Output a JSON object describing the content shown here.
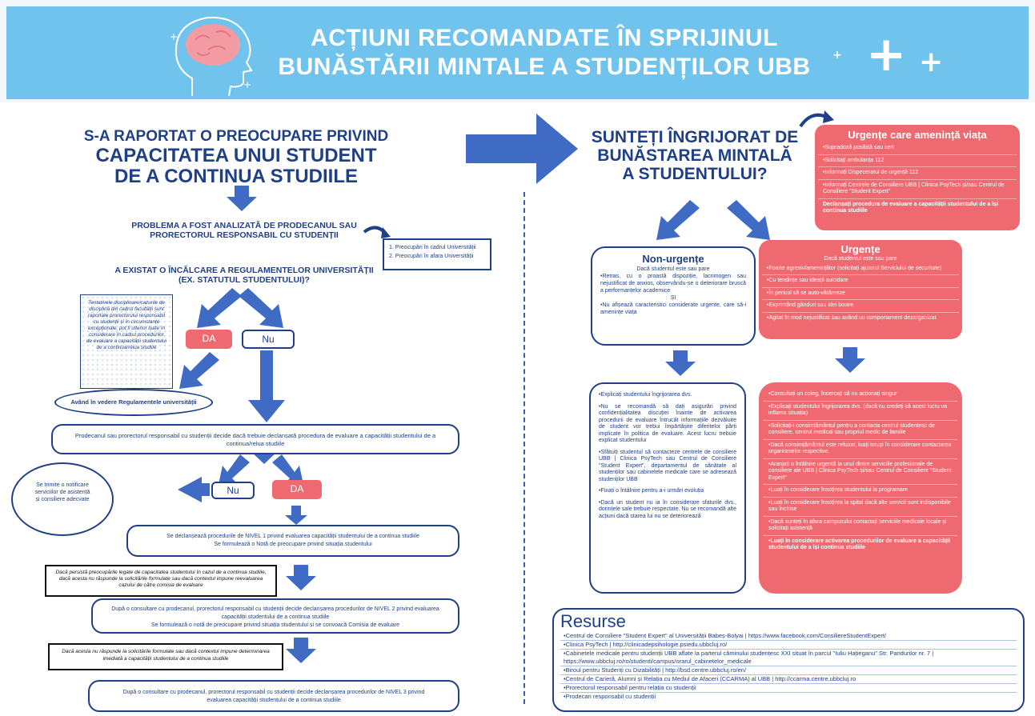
{
  "header": {
    "title_line1": "ACȚIUNI RECOMANDATE ÎN SPRIJINUL",
    "title_line2": "BUNĂSTĂRII MINTALE A STUDENȚILOR UBB"
  },
  "left": {
    "title_line1": "S-A RAPORTAT O PREOCUPARE PRIVIND",
    "title_line2": "CAPACITATEA UNUI STUDENT",
    "title_line3": "DE A CONTINUA STUDIILE",
    "problem_line1": "PROBLEMA A FOST ANALIZATĂ DE PRODECANUL SAU",
    "problem_line2": "PRORECTORUL RESPONSABIL CU STUDENȚII",
    "concerns_1": "1. Preocupări în cadrul Universității",
    "concerns_2": "2. Preocupări în afara Universității",
    "question_line1": "A EXISTAT O ÎNCĂLCARE A REGULAMENTELOR UNIVERSITĂȚII",
    "question_line2": "(EX. STATUTUL STUDENTULUI)?",
    "note_dotted": "Tentativele disciplinare/cazurile de disciplină din cadrul facultății sunt raportate prorectorului responsabil cu studenții și în circumstanțe excepționale, pot fi ulterior luate în considerare în cadrul procedurilor de evaluare a capacității studentului de a continua/relua studiile",
    "da_1": "DA",
    "nu_1": "Nu",
    "avand": "Având în vedere Regulamentele universității",
    "decides": "Prodecanul sau prorectorul responsabil cu studenții decide dacă trebuie declanșată procedura de evaluare a capacității studentului de a continua/relua studiile",
    "nu_2": "Nu",
    "da_2": "DA",
    "refer": "Se trimite o notificare serviciilor de asistență și consiliere adecvate",
    "level1_line1": "Se declanșează procedurile de NIVEL 1 privind evaluarea capacității studentului de a continua studiile",
    "level1_line2": "Se formulează o Notă de preocupare privind situația studentului",
    "note2": "Dacă persistă preocupările legate de capacitatea studentului în cazul de a continua studiile, dacă acesta nu răspunde la solicitările formulate sau dacă contextul impune reevaluarea cazului de către comisia de evaluare",
    "level2_line1": "După o consultare cu prodecanul, prorectorul responsabil cu studenții decide declanșarea procedurilor de NIVEL 2 privind evaluarea capacității studentului de a continua studiile",
    "level2_line2": "Se formulează o notă de preocupare privind situația studentului și se convoacă Comisia de evaluare",
    "note3": "Dacă acesta nu răspunde la solicitările formulate sau dacă contextul impune determinarea imediată a capacității studentului de a continua studiile",
    "level3": "După o consultare cu prodecanul, prorectorul responsabil cu studenții decide declanșarea procedurilor de NIVEL 3 privind evaluarea capacității studentului de a continua studiile"
  },
  "right": {
    "title_line1": "SUNTEȚI ÎNGRIJORAT DE",
    "title_line2": "BUNĂSTAREA MINTALĂ",
    "title_line3": "A STUDENTULUI?",
    "life": {
      "title": "Urgențe care amenință viața",
      "items": [
        "•Supradoză posibilă sau cert",
        "•Solicitați ambulanța 112",
        "•Informați Dispeceratul de urgență 112",
        "•Informați Centrele de Consiliere UBB | Clinica PsyTech și/sau Centrul de Consiliere \"Student Expert\""
      ],
      "bold_item": "Declanșați procedura de evaluare a capacității studentului de a își continua studiile"
    },
    "nonurgent": {
      "title": "Non-urgențe",
      "intro": "Dacă studentul este sau pare",
      "p1": "•Retras, cu o proastă dispoziție, lacrimogen sau nejustificat de anxios, observându-se o deteriorare bruscă a performanțelor academice",
      "si": "ȘI",
      "p2": "•Nu afișează caracteristici considerate urgente, care să-i amenințe viața"
    },
    "urgent": {
      "title": "Urgențe",
      "intro": "Dacă studentul este sau pare",
      "items": [
        "•Foarte agresiv/amenințător (solicitați ajutorul Serviciului de securitate)",
        "•Cu tendințe sau ideații suicidare",
        "•În pericol să se auto-vătămeze",
        "•Exprimând gânduri sau idei bizare",
        "•Agitat în mod nejustificat sau având un comportament dezorganizat"
      ]
    },
    "nonurgent_actions": [
      "•Explicați studentului îngrijorarea dvs.",
      "•Nu se recomandă să dați asigurări privind confidențialitatea discuției înainte de activarea procedurii de evaluare întrucât informațiile dezvăluite de student vor trebui împărtășite diferitelor părți implicate în politica de evaluare. Acest lucru trebuie explicat studentului",
      "•Sfătuiți studentul să contacteze centrele de consiliere UBB | Clinica PsyTech sau Centrul de Consiliere \"Student Expert\", departamentul de sănătate al studenților sau cabinetele medicale care se adresează studenților UBB",
      "•Fixați o întâlnire pentru a-i urmări evoluția",
      "•Dacă un student nu ia în considerare sfaturile dvs., dorințele sale trebuie respectate. Nu se recomandă alte acțiuni dacă starea lui nu se deteriorează"
    ],
    "urgent_actions": [
      "•Consultați un coleg, încercați să nu acționați singur",
      "•Explicați studentului îngrijorarea dvs. (dacă nu credeți că acest lucru va inflama situația)",
      "•Solicitați-i consimțământul pentru a contacta centrul studențesc de consiliere, centrul medical sau propriul medic de familie",
      "•Dacă consimțământul este refuzat, luați totuși în considerare contactarea organismelor respective.",
      "•Aranjați o întâlnire urgentă la unul dintre serviciile profesionale de consiliere ale UBB | Clinica PsyTech și/sau Centrul de Consiliere \"Student Expert\"",
      "•Luați în considerare însoțirea studentului la programare",
      "•Luați în considerare însoțirea la spital dacă alte servicii sunt indisponibile sau închise",
      "•Dacă sunteți în afara campusului contactați serviciile medicale locale și solicitați asistență"
    ],
    "urgent_actions_bold": "•Luați în considerare activarea procedurilor de evaluare a capacității studentului de a își continua studiile"
  },
  "resources": {
    "title": "Resurse",
    "items": [
      "•Centrul de Consiliere \"Student Expert\" al Universității Babeș-Bolyai | https://www.facebook.com/ConsiliereStudentExpert/",
      "•Clinica PsyTech | http://clinicadepsihologie.psiedu.ubbcluj.ro/",
      "•Cabinetele medicale pentru studenții UBB aflate la parterul căminului studențesc XXI situat în parcul \"Iuliu Hațieganu\" Str. Pandurilor nr. 7 | https://www.ubbcluj.ro/ro/studenti/campus/orarul_cabinetelor_medicale",
      "•Biroul pentru Studenți cu Dizabilități | http://bsd.centre.ubbcluj.ro/en/",
      "•Centrul de Carieră, Alumni și Relația cu Mediul de Afaceri (CCARMA) al UBB | http://ccarma.centre.ubbcluj.ro",
      "•Prorectorul responsabil pentru relația cu studenții",
      "•Prodecan responsabil cu studenții"
    ]
  },
  "colors": {
    "navy": "#1f3f86",
    "arrow": "#3f6bc4",
    "red": "#ef6a70",
    "banner": "#6fc3ec"
  }
}
